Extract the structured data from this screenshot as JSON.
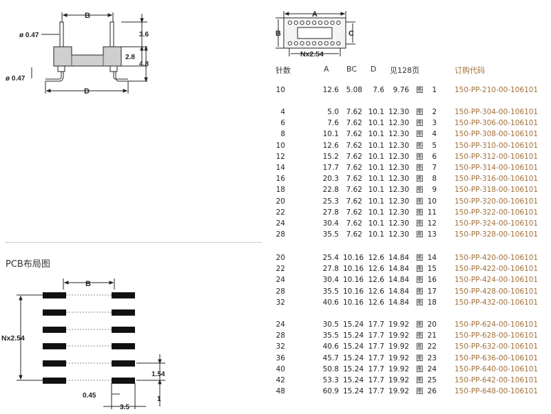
{
  "side_drawing": {
    "label_b": "B",
    "label_d": "D",
    "dim_pin_top": "ø 0.47",
    "dim_pin_bottom": "ø 0.47",
    "dim_36": "3.6",
    "dim_28": "2.8",
    "dim_48": "4.8"
  },
  "top_drawing": {
    "label_a": "A",
    "label_b": "B",
    "label_c": "C",
    "label_pitch": "Nx2.54"
  },
  "pcb": {
    "title": "PCB布局图",
    "label_b": "B",
    "label_pitch": "Nx2.54",
    "dim_154": "1.54",
    "dim_045": "0.45",
    "dim_35": "3.5",
    "dim_1": "1"
  },
  "table": {
    "headers": {
      "pins": "针数",
      "a": "A",
      "bc": "BC",
      "d": "D",
      "see": "见128页",
      "order": "订购代码"
    },
    "groups": [
      {
        "rows": [
          {
            "pins": "10",
            "a": "12.6",
            "bc": "5.08",
            "d": "7.6",
            "see": "9.76",
            "fig": "图",
            "num": "1",
            "code": "150-PP-210-00-106101"
          }
        ]
      },
      {
        "rows": [
          {
            "pins": "4",
            "a": "5.0",
            "bc": "7.62",
            "d": "10.1",
            "see": "12.30",
            "fig": "图",
            "num": "2",
            "code": "150-PP-304-00-106101"
          },
          {
            "pins": "6",
            "a": "7.6",
            "bc": "7.62",
            "d": "10.1",
            "see": "12.30",
            "fig": "图",
            "num": "3",
            "code": "150-PP-306-00-106101"
          },
          {
            "pins": "8",
            "a": "10.1",
            "bc": "7.62",
            "d": "10.1",
            "see": "12.30",
            "fig": "图",
            "num": "4",
            "code": "150-PP-308-00-106101"
          },
          {
            "pins": "10",
            "a": "12.6",
            "bc": "7.62",
            "d": "10.1",
            "see": "12.30",
            "fig": "图",
            "num": "5",
            "code": "150-PP-310-00-106101"
          },
          {
            "pins": "12",
            "a": "15.2",
            "bc": "7.62",
            "d": "10.1",
            "see": "12.30",
            "fig": "图",
            "num": "6",
            "code": "150-PP-312-00-106101"
          },
          {
            "pins": "14",
            "a": "17.7",
            "bc": "7.62",
            "d": "10.1",
            "see": "12.30",
            "fig": "图",
            "num": "7",
            "code": "150-PP-314-00-106101"
          },
          {
            "pins": "16",
            "a": "20.3",
            "bc": "7.62",
            "d": "10.1",
            "see": "12.30",
            "fig": "图",
            "num": "8",
            "code": "150-PP-316-00-106101"
          },
          {
            "pins": "18",
            "a": "22.8",
            "bc": "7.62",
            "d": "10.1",
            "see": "12.30",
            "fig": "图",
            "num": "9",
            "code": "150-PP-318-00-106101"
          },
          {
            "pins": "20",
            "a": "25.3",
            "bc": "7.62",
            "d": "10.1",
            "see": "12.30",
            "fig": "图",
            "num": "10",
            "code": "150-PP-320-00-106101"
          },
          {
            "pins": "22",
            "a": "27.8",
            "bc": "7.62",
            "d": "10.1",
            "see": "12.30",
            "fig": "图",
            "num": "11",
            "code": "150-PP-322-00-106101"
          },
          {
            "pins": "24",
            "a": "30.4",
            "bc": "7.62",
            "d": "10.1",
            "see": "12.30",
            "fig": "图",
            "num": "12",
            "code": "150-PP-324-00-106101"
          },
          {
            "pins": "28",
            "a": "35.5",
            "bc": "7.62",
            "d": "10.1",
            "see": "12.30",
            "fig": "图",
            "num": "13",
            "code": "150-PP-328-00-106101"
          }
        ]
      },
      {
        "rows": [
          {
            "pins": "20",
            "a": "25.4",
            "bc": "10.16",
            "d": "12.6",
            "see": "14.84",
            "fig": "图",
            "num": "14",
            "code": "150-PP-420-00-106101"
          },
          {
            "pins": "22",
            "a": "27.8",
            "bc": "10.16",
            "d": "12.6",
            "see": "14.84",
            "fig": "图",
            "num": "15",
            "code": "150-PP-422-00-106101"
          },
          {
            "pins": "24",
            "a": "30.4",
            "bc": "10.16",
            "d": "12.6",
            "see": "14.84",
            "fig": "图",
            "num": "16",
            "code": "150-PP-424-00-106101"
          },
          {
            "pins": "28",
            "a": "35.5",
            "bc": "10.16",
            "d": "12.6",
            "see": "14.84",
            "fig": "图",
            "num": "17",
            "code": "150-PP-428-00-106101"
          },
          {
            "pins": "32",
            "a": "40.6",
            "bc": "10.16",
            "d": "12.6",
            "see": "14.84",
            "fig": "图",
            "num": "18",
            "code": "150-PP-432-00-106101"
          }
        ]
      },
      {
        "rows": [
          {
            "pins": "24",
            "a": "30.5",
            "bc": "15.24",
            "d": "17.7",
            "see": "19.92",
            "fig": "图",
            "num": "20",
            "code": "150-PP-624-00-106101"
          },
          {
            "pins": "28",
            "a": "35.5",
            "bc": "15.24",
            "d": "17.7",
            "see": "19.92",
            "fig": "图",
            "num": "21",
            "code": "150-PP-628-00-106101"
          },
          {
            "pins": "32",
            "a": "40.6",
            "bc": "15.24",
            "d": "17.7",
            "see": "19.92",
            "fig": "图",
            "num": "22",
            "code": "150-PP-632-00-106101"
          },
          {
            "pins": "36",
            "a": "45.7",
            "bc": "15.24",
            "d": "17.7",
            "see": "19.92",
            "fig": "图",
            "num": "23",
            "code": "150-PP-636-00-106101"
          },
          {
            "pins": "40",
            "a": "50.8",
            "bc": "15.24",
            "d": "17.7",
            "see": "19.92",
            "fig": "图",
            "num": "24",
            "code": "150-PP-640-00-106101"
          },
          {
            "pins": "42",
            "a": "53.3",
            "bc": "15.24",
            "d": "17.7",
            "see": "19.92",
            "fig": "图",
            "num": "25",
            "code": "150-PP-642-00-106101"
          },
          {
            "pins": "48",
            "a": "60.9",
            "bc": "15.24",
            "d": "17.7",
            "see": "19.92",
            "fig": "图",
            "num": "26",
            "code": "150-PP-648-00-106101"
          }
        ]
      }
    ]
  }
}
